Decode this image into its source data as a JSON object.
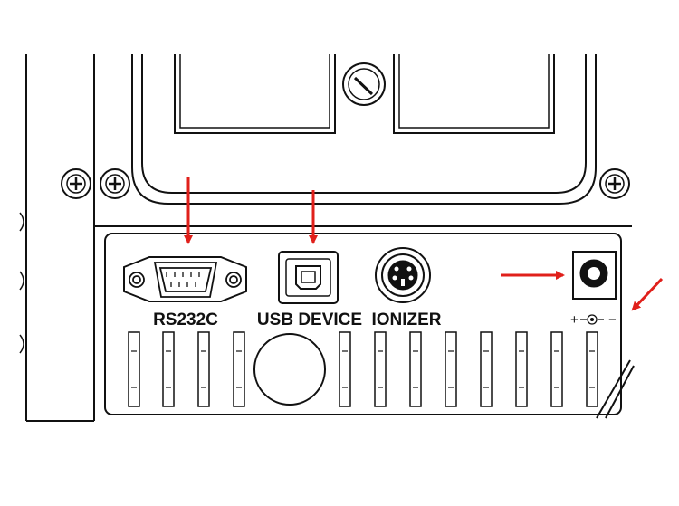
{
  "labels": {
    "rs232c": "RS232C",
    "usb_device": "USB DEVICE",
    "ionizer": "IONIZER",
    "polarity_plus": "+",
    "polarity_minus": "−"
  },
  "colors": {
    "line": "#111111",
    "arrow": "#e0201b",
    "background": "#ffffff"
  },
  "icons": [
    "screw-icon",
    "rs232c-port-icon",
    "usb-b-port-icon",
    "ionizer-connector-icon",
    "dc-jack-icon",
    "polarity-symbol-icon",
    "arrow-icon"
  ]
}
